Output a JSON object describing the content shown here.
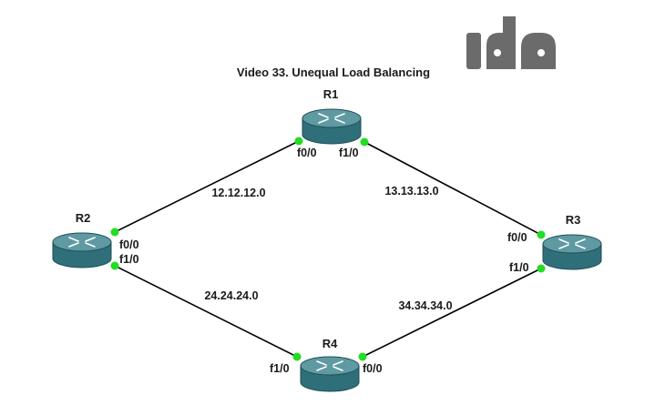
{
  "diagram": {
    "title": "Video 33. Unequal Load Balancing",
    "logo_text": "ida",
    "colors": {
      "link": "#000000",
      "port": "#22dd22",
      "router_top": "#5f9aa3",
      "router_side": "#2f6f7a",
      "router_edge": "#1f4d55",
      "logo": "#6b6b6b"
    },
    "routers": [
      {
        "id": "R1",
        "label": "R1"
      },
      {
        "id": "R2",
        "label": "R2"
      },
      {
        "id": "R3",
        "label": "R3"
      },
      {
        "id": "R4",
        "label": "R4"
      }
    ],
    "interfaces": [
      {
        "router": "R1",
        "label": "f0/0"
      },
      {
        "router": "R1",
        "label": "f1/0"
      },
      {
        "router": "R2",
        "label": "f0/0"
      },
      {
        "router": "R2",
        "label": "f1/0"
      },
      {
        "router": "R3",
        "label": "f0/0"
      },
      {
        "router": "R3",
        "label": "f1/0"
      },
      {
        "router": "R4",
        "label": "f1/0"
      },
      {
        "router": "R4",
        "label": "f0/0"
      }
    ],
    "links": [
      {
        "from": "R2",
        "to": "R1",
        "network": "12.12.12.0"
      },
      {
        "from": "R1",
        "to": "R3",
        "network": "13.13.13.0"
      },
      {
        "from": "R2",
        "to": "R4",
        "network": "24.24.24.0"
      },
      {
        "from": "R4",
        "to": "R3",
        "network": "34.34.34.0"
      }
    ]
  }
}
